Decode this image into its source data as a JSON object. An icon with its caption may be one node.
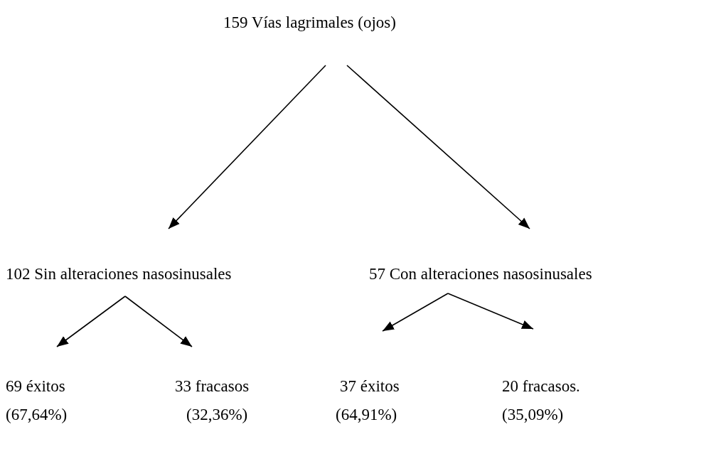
{
  "diagram": {
    "nodes": [
      {
        "text": [
          "159 Vías lagrimales (ojos)"
        ]
      },
      {
        "text": [
          "102 Sin alteraciones nasosinusales"
        ]
      },
      {
        "text": [
          "57 Con alteraciones nasosinusales"
        ]
      },
      {
        "text": [
          "69 éxitos",
          "(67,64%)"
        ]
      },
      {
        "text": [
          "33 fracasos",
          "(32,36%)"
        ]
      },
      {
        "text": [
          "37 éxitos",
          "(64,91%)"
        ]
      },
      {
        "text": [
          "20 fracasos.",
          "(35,09%)"
        ]
      }
    ],
    "edges": [
      {
        "from": 0,
        "to": 1,
        "arrow": "to"
      },
      {
        "from": 0,
        "to": 2,
        "arrow": "to"
      },
      {
        "from": 1,
        "to": 3,
        "arrow": "to"
      },
      {
        "from": 1,
        "to": 4,
        "arrow": "to"
      },
      {
        "from": 2,
        "to": 5,
        "arrow": "to"
      },
      {
        "from": 2,
        "to": 6,
        "arrow": "to"
      }
    ]
  }
}
